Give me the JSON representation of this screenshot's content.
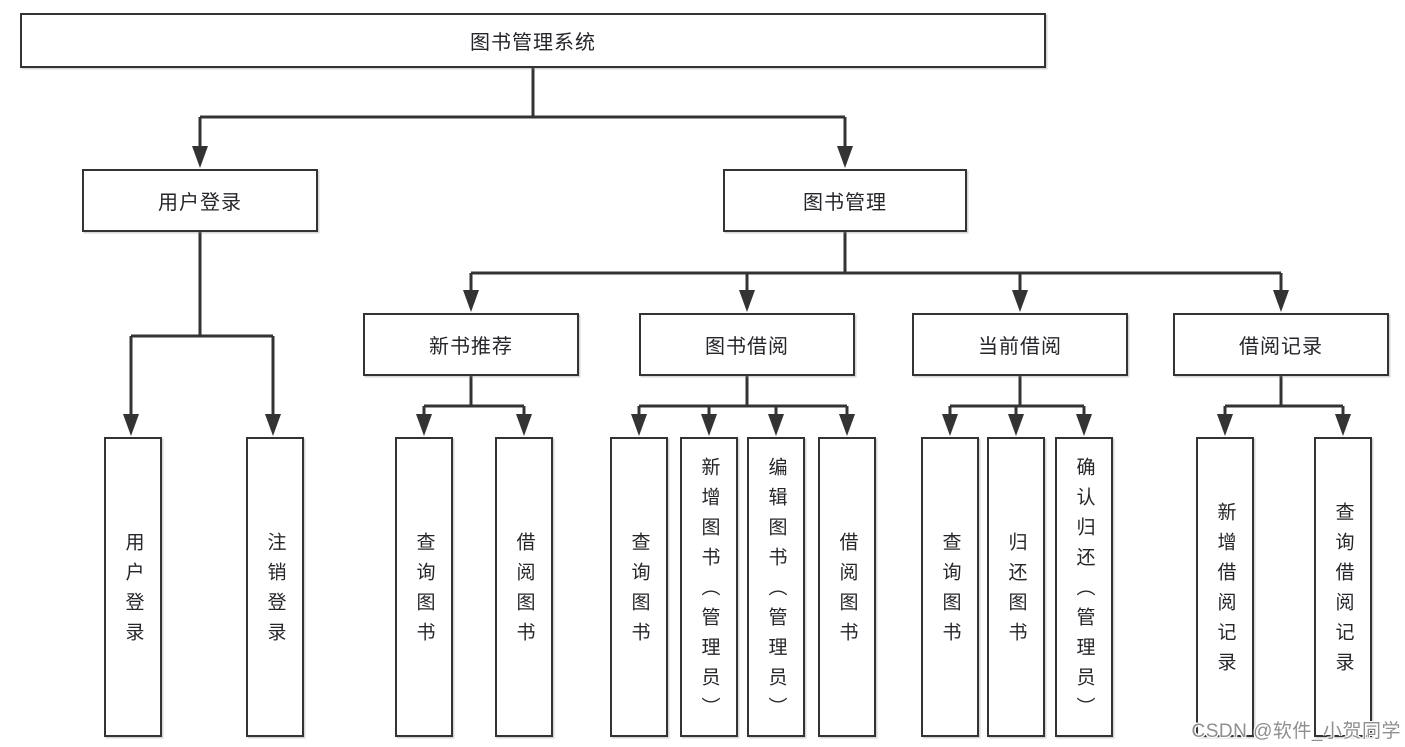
{
  "diagram_type": "hierarchy-tree",
  "tree": {
    "root": {
      "label": "图书管理系统"
    },
    "level2": [
      {
        "label": "用户登录",
        "leaves": [
          {
            "label": "用户登录"
          },
          {
            "label": "注销登录"
          }
        ]
      },
      {
        "label": "图书管理",
        "groups": [
          {
            "label": "新书推荐",
            "leaves": [
              {
                "label": "查询图书"
              },
              {
                "label": "借阅图书"
              }
            ]
          },
          {
            "label": "图书借阅",
            "leaves": [
              {
                "label": "查询图书"
              },
              {
                "label": "新增图书（管理员）"
              },
              {
                "label": "编辑图书（管理员）"
              },
              {
                "label": "借阅图书"
              }
            ]
          },
          {
            "label": "当前借阅",
            "leaves": [
              {
                "label": "查询图书"
              },
              {
                "label": "归还图书"
              },
              {
                "label": "确认归还（管理员）"
              }
            ]
          },
          {
            "label": "借阅记录",
            "leaves": [
              {
                "label": "新增借阅记录"
              },
              {
                "label": "查询借阅记录"
              }
            ]
          }
        ]
      }
    ]
  },
  "watermark": {
    "text": "CSDN @软件_小贺同学"
  },
  "colors": {
    "line": "#333333",
    "box_border": "#333333",
    "box_fill": "#ffffff",
    "text": "#25252b",
    "watermark": "#8f8f8f",
    "background": "#ffffff"
  }
}
